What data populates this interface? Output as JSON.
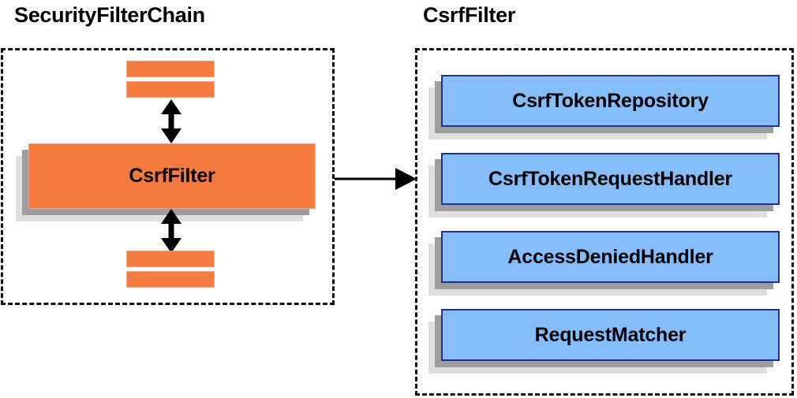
{
  "diagram": {
    "title_left": "SecurityFilterChain",
    "title_right": "CsrfFilter"
  },
  "left_panel": {
    "title": "SecurityFilterChain",
    "top_bars": [
      "",
      ""
    ],
    "bottom_bars": [
      "",
      ""
    ],
    "main_box_label": "CsrfFilter",
    "arrow_up_name": "double-arrow-up",
    "arrow_down_name": "double-arrow-down"
  },
  "right_panel": {
    "title": "CsrfFilter",
    "components": [
      {
        "label": "CsrfTokenRepository"
      },
      {
        "label": "CsrfTokenRequestHandler"
      },
      {
        "label": "AccessDeniedHandler"
      },
      {
        "label": "RequestMatcher"
      }
    ]
  },
  "connector": {
    "name": "arrow-left-to-right",
    "direction": "right"
  },
  "colors": {
    "orange_fill": "#f47b3f",
    "orange_border": "#f0a184",
    "blue_fill": "#84bdf7",
    "blue_border": "#1f2f93",
    "shadow_dark": "#9d9d9d",
    "shadow_light": "#dedede",
    "dashed_border": "#111111",
    "text": "#000000",
    "background": "#ffffff"
  }
}
